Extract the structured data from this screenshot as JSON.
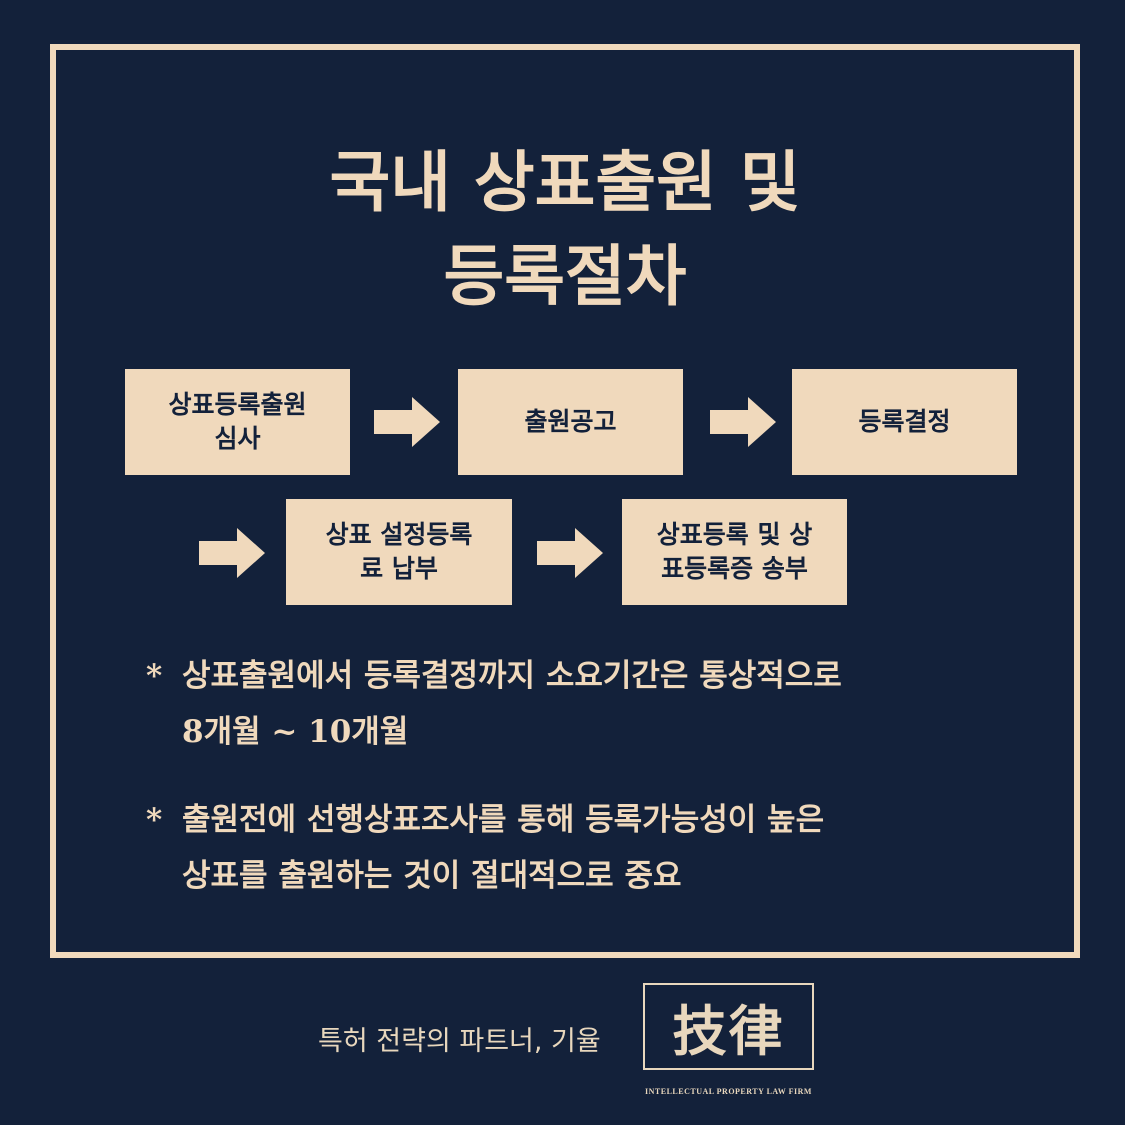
{
  "title": {
    "line1": "국내 상표출원 및",
    "line2": "등록절차"
  },
  "steps": [
    {
      "label": "상표등록출원\n심사"
    },
    {
      "label": "출원공고"
    },
    {
      "label": "등록결정"
    },
    {
      "label": "상표 설정등록\n료 납부"
    },
    {
      "label": "상표등록 및 상\n표등록증 송부"
    }
  ],
  "notes": [
    {
      "bullet": "*",
      "line1": "상표출원에서 등록결정까지 소요기간은 통상적으로",
      "line2": "8개월 ~ 10개월"
    },
    {
      "bullet": "*",
      "line1": "출원전에 선행상표조사를 통해 등록가능성이 높은",
      "line2": "상표를 출원하는 것이 절대적으로 중요"
    }
  ],
  "footer": {
    "slogan": "특허 전략의 파트너, 기율",
    "logo_text": "技律",
    "logo_sub": "INTELLECTUAL PROPERTY LAW FIRM"
  },
  "colors": {
    "background": "#13213a",
    "accent": "#f0d9bc"
  },
  "icons": [
    "arrow-right-icon"
  ]
}
